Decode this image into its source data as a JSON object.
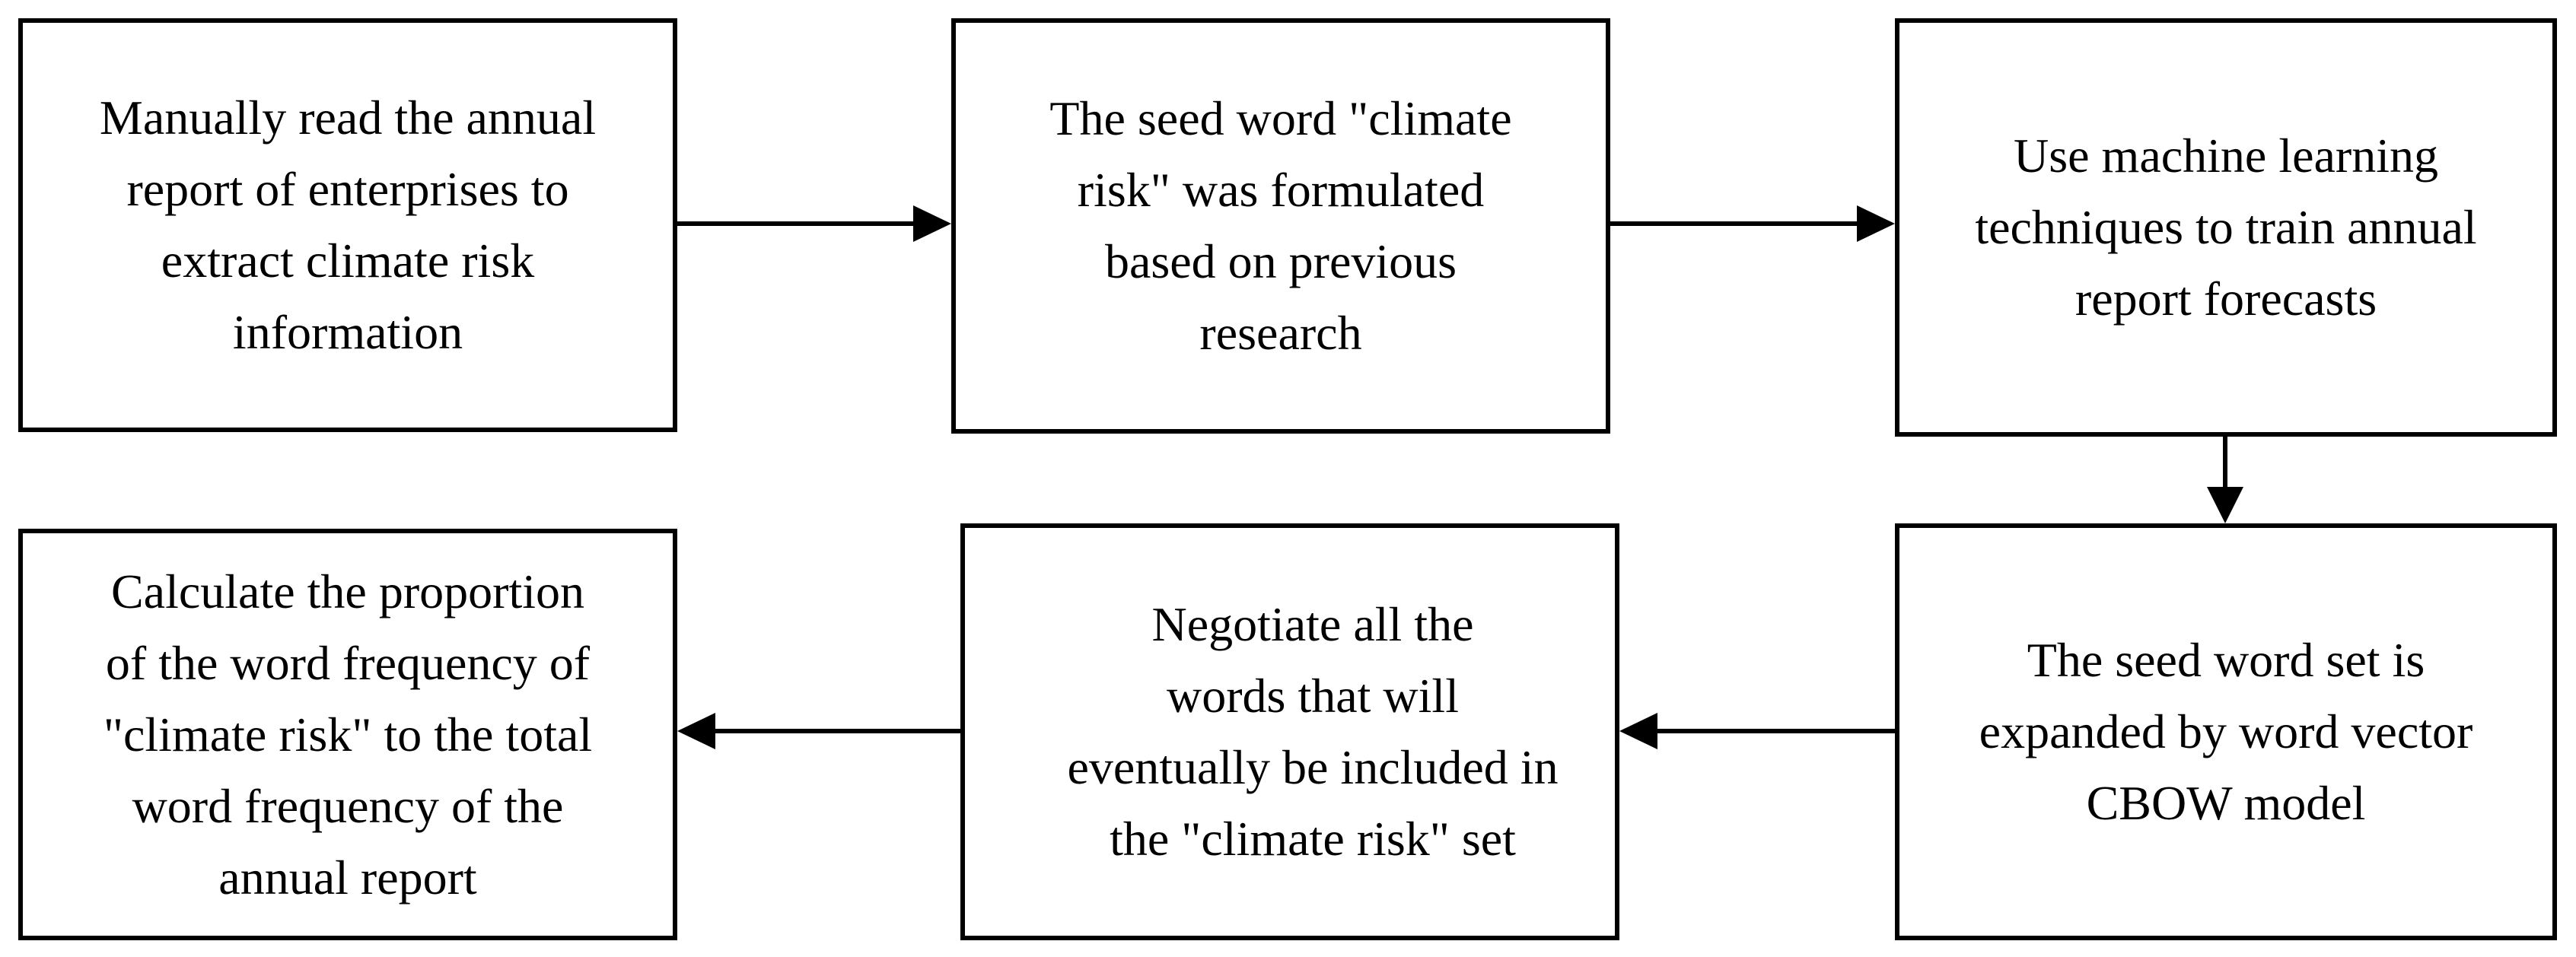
{
  "steps": [
    {
      "id": "step-1",
      "text": "Manually read the annual\nreport of enterprises to\nextract climate risk\ninformation"
    },
    {
      "id": "step-2",
      "text": "The seed word \"climate\nrisk\" was formulated\nbased on previous\nresearch"
    },
    {
      "id": "step-3",
      "text": "Use machine learning\ntechniques to train annual\nreport forecasts"
    },
    {
      "id": "step-4",
      "text": "The seed word set is\nexpanded by word vector\nCBOW model"
    },
    {
      "id": "step-5",
      "text": "Negotiate all the\nwords that will\neventually be included in\nthe \"climate risk\" set"
    },
    {
      "id": "step-6",
      "text": "Calculate the proportion\nof the word frequency of\n\"climate risk\" to the total\nword frequency of the\nannual report"
    }
  ],
  "colors": {
    "stroke": "#000000",
    "background": "#ffffff"
  }
}
